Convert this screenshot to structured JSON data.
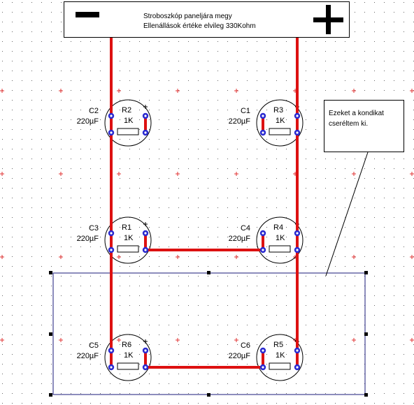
{
  "header": {
    "minus_symbol": "−",
    "plus_symbol": "+",
    "line1": "Stroboszkóp paneljára megy",
    "line2": "Ellenállások értéke elvileg 330Kohm"
  },
  "note": {
    "line1": "Ezeket a kondikat",
    "line2": "cseréltem ki."
  },
  "components": [
    {
      "cap": "C2",
      "cap_value": "220µF",
      "res": "R2",
      "res_value": "1K",
      "polarity": "+"
    },
    {
      "cap": "C1",
      "cap_value": "220µF",
      "res": "R3",
      "res_value": "1K",
      "polarity": "+"
    },
    {
      "cap": "C3",
      "cap_value": "220µF",
      "res": "R1",
      "res_value": "1K",
      "polarity": "+"
    },
    {
      "cap": "C4",
      "cap_value": "220µF",
      "res": "R4",
      "res_value": "1K",
      "polarity": "+"
    },
    {
      "cap": "C5",
      "cap_value": "220µF",
      "res": "R6",
      "res_value": "1K",
      "polarity": "+"
    },
    {
      "cap": "C6",
      "cap_value": "220µF",
      "res": "R5",
      "res_value": "1K",
      "polarity": "+"
    }
  ],
  "colors": {
    "background": "#ffffff",
    "grid_dot": "#666666",
    "grid_cross": "#e03030",
    "trace": "#dd1111",
    "pad": "#2a2ad0",
    "selection_box": "#1a1a7a",
    "outline": "#000000"
  }
}
